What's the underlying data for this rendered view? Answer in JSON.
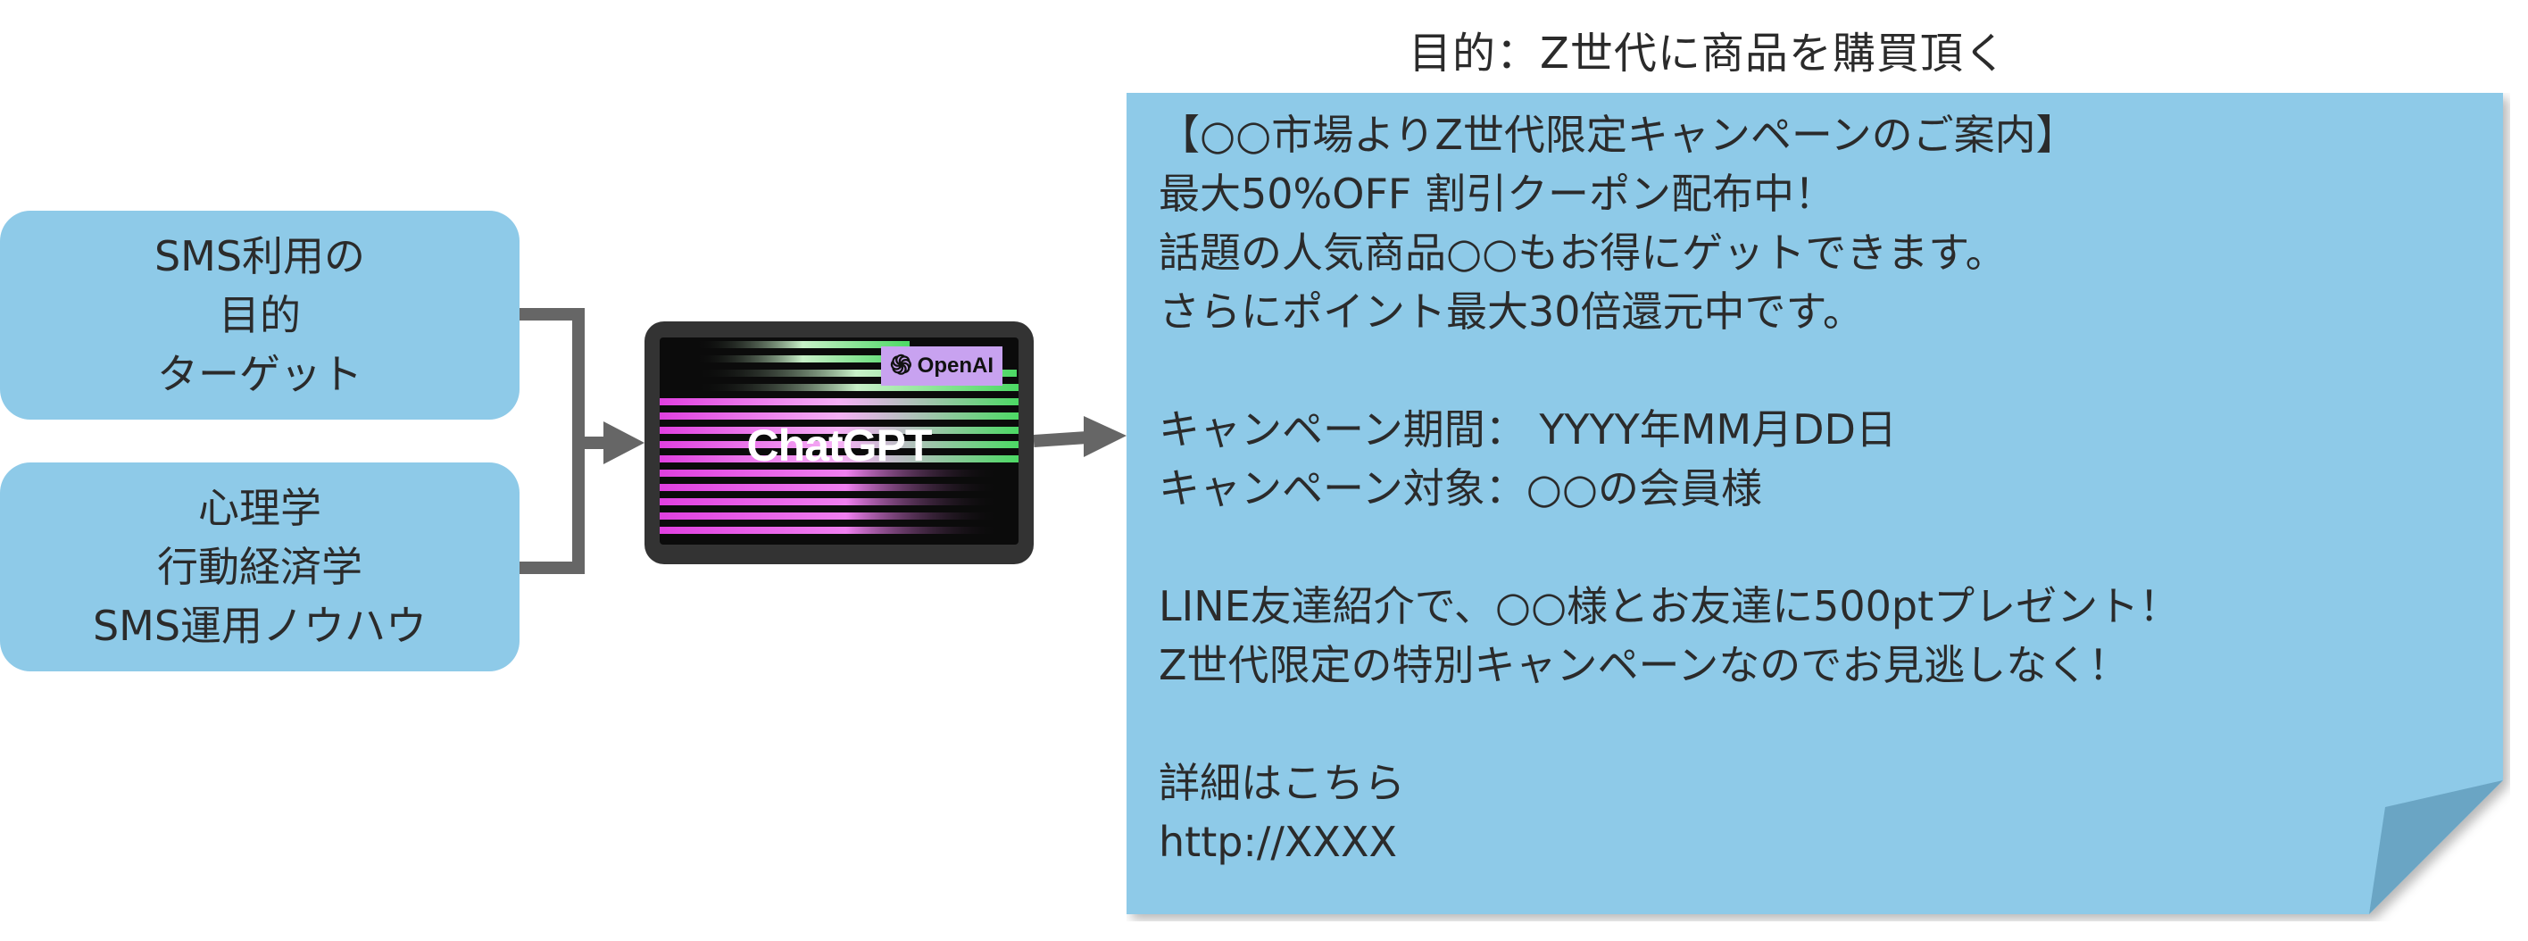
{
  "input_box_1": {
    "lines": [
      "SMS利用の",
      "目的",
      "ターゲット"
    ]
  },
  "input_box_2": {
    "lines": [
      "心理学",
      "行動経済学",
      "SMS運用ノウハウ"
    ]
  },
  "chatgpt_card": {
    "title": "ChatGPT",
    "badge": "OpenAI",
    "badge_icon": "openai-knot-icon"
  },
  "goal_title": "目的：Z世代に商品を購買頂く",
  "message_lines": [
    "【○○市場よりZ世代限定キャンペーンのご案内】",
    "最大50%OFF 割引クーポン配布中！",
    "話題の人気商品○○もお得にゲットできます。",
    "さらにポイント最大30倍還元中です。",
    "",
    "キャンペーン期間： YYYY年MM月DD日",
    "キャンペーン対象：○○の会員様",
    "",
    "LINE友達紹介で、○○様とお友達に500ptプレゼント！",
    "Z世代限定の特別キャンペーンなのでお見逃しなく！",
    "",
    "詳細はこちら",
    "http://XXXX"
  ],
  "colors": {
    "box_fill": "#8ecae8",
    "connector": "#666666",
    "note_fill": "#8ecae8",
    "note_fold": "#6aa5c4",
    "card_frame": "#333333",
    "stripe_magenta": "#e040e0",
    "stripe_green": "#4cd964",
    "badge": "#c8a2f0"
  }
}
